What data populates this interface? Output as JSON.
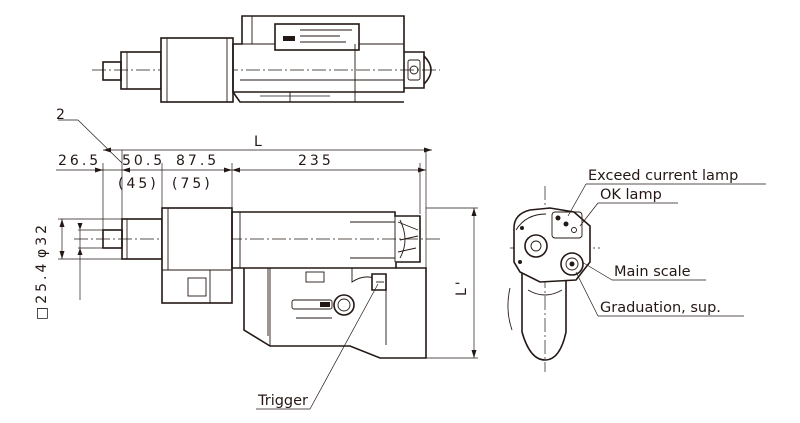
{
  "dimensions": {
    "chamfer": "2",
    "overall_length": "L",
    "d1": "26.5",
    "d2": "50.5",
    "d3": "87.5",
    "d4": "235",
    "d2_ref": "(45)",
    "d3_ref": "(75)",
    "diameter": "φ32",
    "square": "□25.4",
    "height": "L'"
  },
  "callouts": {
    "exceed_lamp": "Exceed current lamp",
    "ok_lamp": "OK lamp",
    "main_scale": "Main scale",
    "graduation": "Graduation, sup.",
    "trigger": "Trigger"
  }
}
